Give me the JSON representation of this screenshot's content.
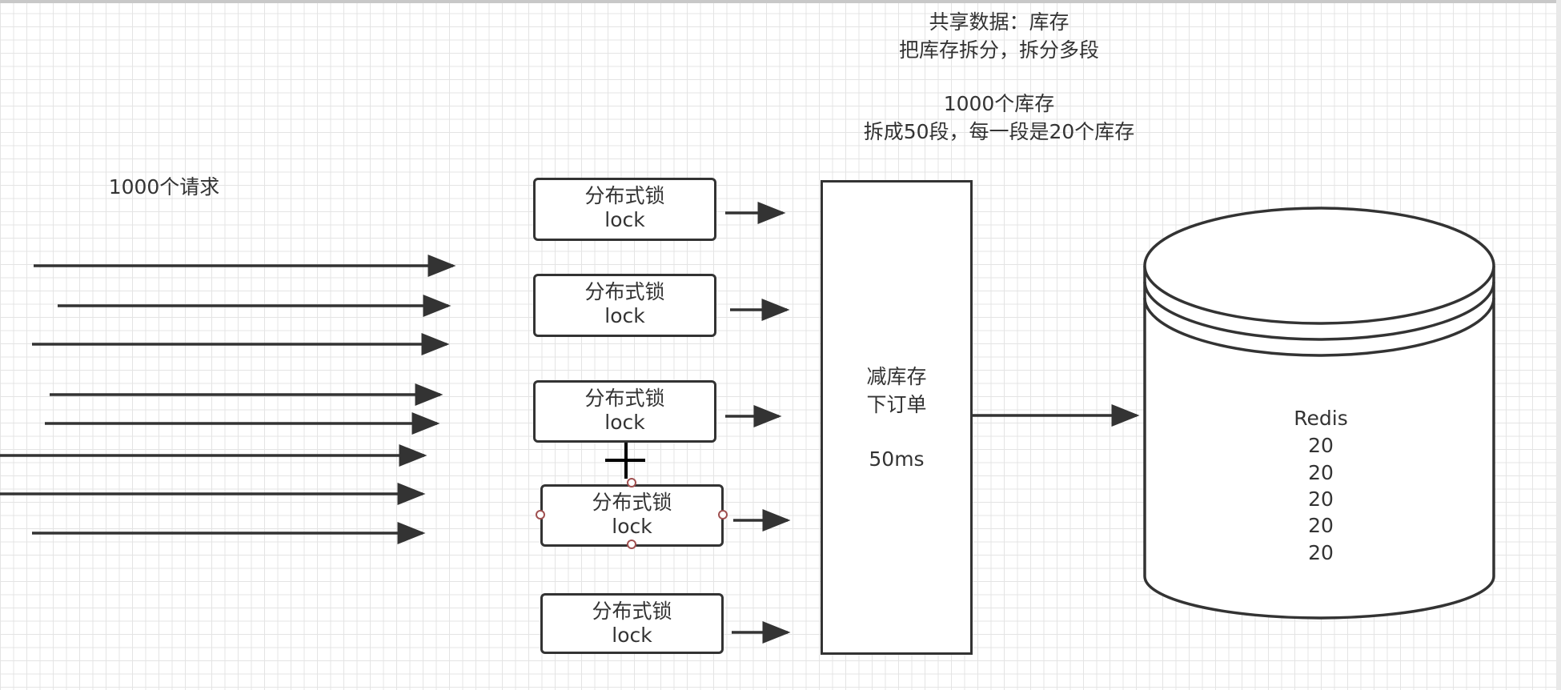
{
  "header_note": {
    "line1": "共享数据：库存",
    "line2": "把库存拆分，拆分多段",
    "line3": "1000个库存",
    "line4": "拆成50段，每一段是20个库存"
  },
  "requests_label": "1000个请求",
  "locks": [
    {
      "title": "分布式锁",
      "sub": "lock"
    },
    {
      "title": "分布式锁",
      "sub": "lock"
    },
    {
      "title": "分布式锁",
      "sub": "lock"
    },
    {
      "title": "分布式锁",
      "sub": "lock"
    },
    {
      "title": "分布式锁",
      "sub": "lock"
    }
  ],
  "process": {
    "line1": "减库存",
    "line2": "下订单",
    "line3": "50ms"
  },
  "redis": {
    "title": "Redis",
    "segments": [
      "20",
      "20",
      "20",
      "20",
      "20"
    ]
  }
}
